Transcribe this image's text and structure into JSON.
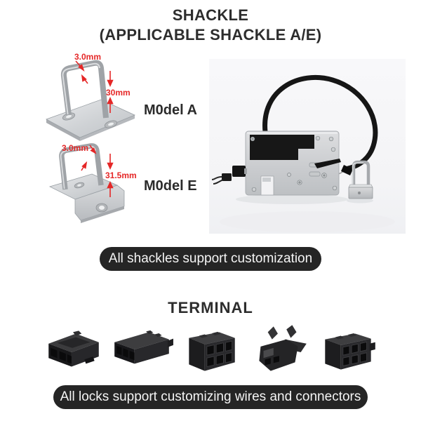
{
  "header": {
    "title": "SHACKLE",
    "subtitle": "(APPLICABLE SHACKLE A/E)"
  },
  "shackle_section": {
    "models": [
      {
        "label": "M0del A",
        "wire_diameter": "3.0mm",
        "shackle_height": "30mm",
        "image": "shackle-model-a-photo"
      },
      {
        "label": "M0del E",
        "wire_diameter": "3.0mm",
        "shackle_height": "31.5mm",
        "image": "shackle-model-e-photo"
      }
    ],
    "product_photo": "electronic-lock-with-cable-and-spare-shackle-photo",
    "banner_text": "All shackles support customization"
  },
  "terminal_section": {
    "heading": "TERMINAL",
    "connectors": [
      {
        "icon": "connector-flat-housing-icon"
      },
      {
        "icon": "connector-wide-housing-icon"
      },
      {
        "icon": "connector-6pin-block-icon"
      },
      {
        "icon": "connector-latch-plug-icon"
      },
      {
        "icon": "connector-6pin-block-2-icon"
      }
    ],
    "banner_text": "All locks support customizing wires and connectors"
  },
  "colors": {
    "accent_red": "#e52727",
    "banner_background": "#252525",
    "heading_text": "#2d2d2d",
    "photo_background": "#f6f6f8"
  }
}
